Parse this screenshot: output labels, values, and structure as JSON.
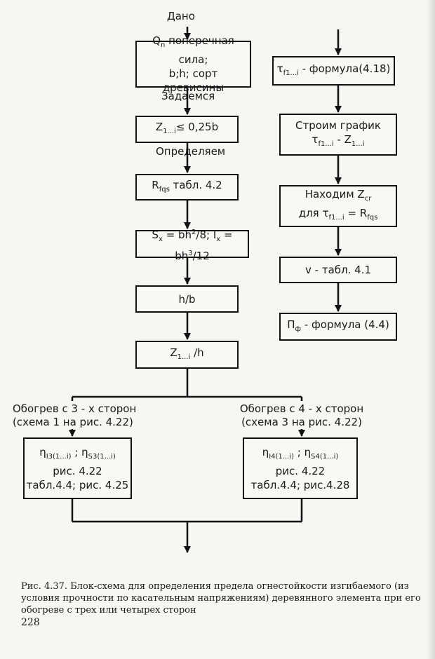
{
  "left": {
    "given_label": "Дано",
    "b1_line1": "Q",
    "b1_line1_sub": "n",
    "b1_line1_rest": " поперечная сила;",
    "b1_line2": "b;h; сорт древисины",
    "assume_label": "Задаемся",
    "b2_main": "Z",
    "b2_sub": "1...i",
    "b2_rest": "≤ 0,25b",
    "determine_label": "Определяем",
    "b3_main": "R",
    "b3_sub": "fqs",
    "b3_rest": " табл. 4.2",
    "b4_sx": "S",
    "b4_sx_sub": "x",
    "b4_eq1": " = bh",
    "b4_sup1": "2",
    "b4_mid": "/8; I",
    "b4_ix_sub": "x",
    "b4_eq2": " = bh",
    "b4_sup2": "3",
    "b4_end": "/12",
    "b5": "h/b",
    "b6_main": "Z",
    "b6_sub": "1...i",
    "b6_rest": " /h"
  },
  "right": {
    "r1_main": "τ",
    "r1_sub": "f1...i",
    "r1_rest": " - формула(4.18)",
    "r2_line1": "Строим график",
    "r2_tau": "τ",
    "r2_tau_sub": "f1...i",
    "r2_dash": " - Z",
    "r2_z_sub": "1...i",
    "r3_line1": "Находим Z",
    "r3_line1_sub": "cr",
    "r3_for": "для τ",
    "r3_tau_sub": "f1...i",
    "r3_eq": " = R",
    "r3_r_sub": "fqs",
    "r4": "v - табл. 4.1",
    "r5_main": "П",
    "r5_sub": "ф",
    "r5_rest": " - формула (4.4)"
  },
  "branch": {
    "left_title": "Обогрев с 3 - х сторон",
    "left_subtitle": "(схема 1 на рис. 4.22)",
    "right_title": "Обогрев с 4 - х сторон",
    "right_subtitle": "(схема 3 на рис. 4.22)",
    "lb_eta1": "η",
    "lb_eta1_sub": "I3(1...i)",
    "lb_sep": " ; ",
    "lb_eta2": "η",
    "lb_eta2_sub": "S3(1...i)",
    "lb_line2": "рис. 4.22",
    "lb_line3": "табл.4.4; рис. 4.25",
    "rb_eta1": "η",
    "rb_eta1_sub": "I4(1...i)",
    "rb_sep": " ; ",
    "rb_eta2": "η",
    "rb_eta2_sub": "S4(1...i)",
    "rb_line2": "рис. 4.22",
    "rb_line3": "табл.4.4; рис.4.28"
  },
  "caption": "Рис. 4.37. Блок-схема для определения предела огнестойкости изгибаемого (из условия прочности по касательным напряжениям) деревянного элемента при его обогреве с трех или четырех сторон",
  "page_number": "228"
}
